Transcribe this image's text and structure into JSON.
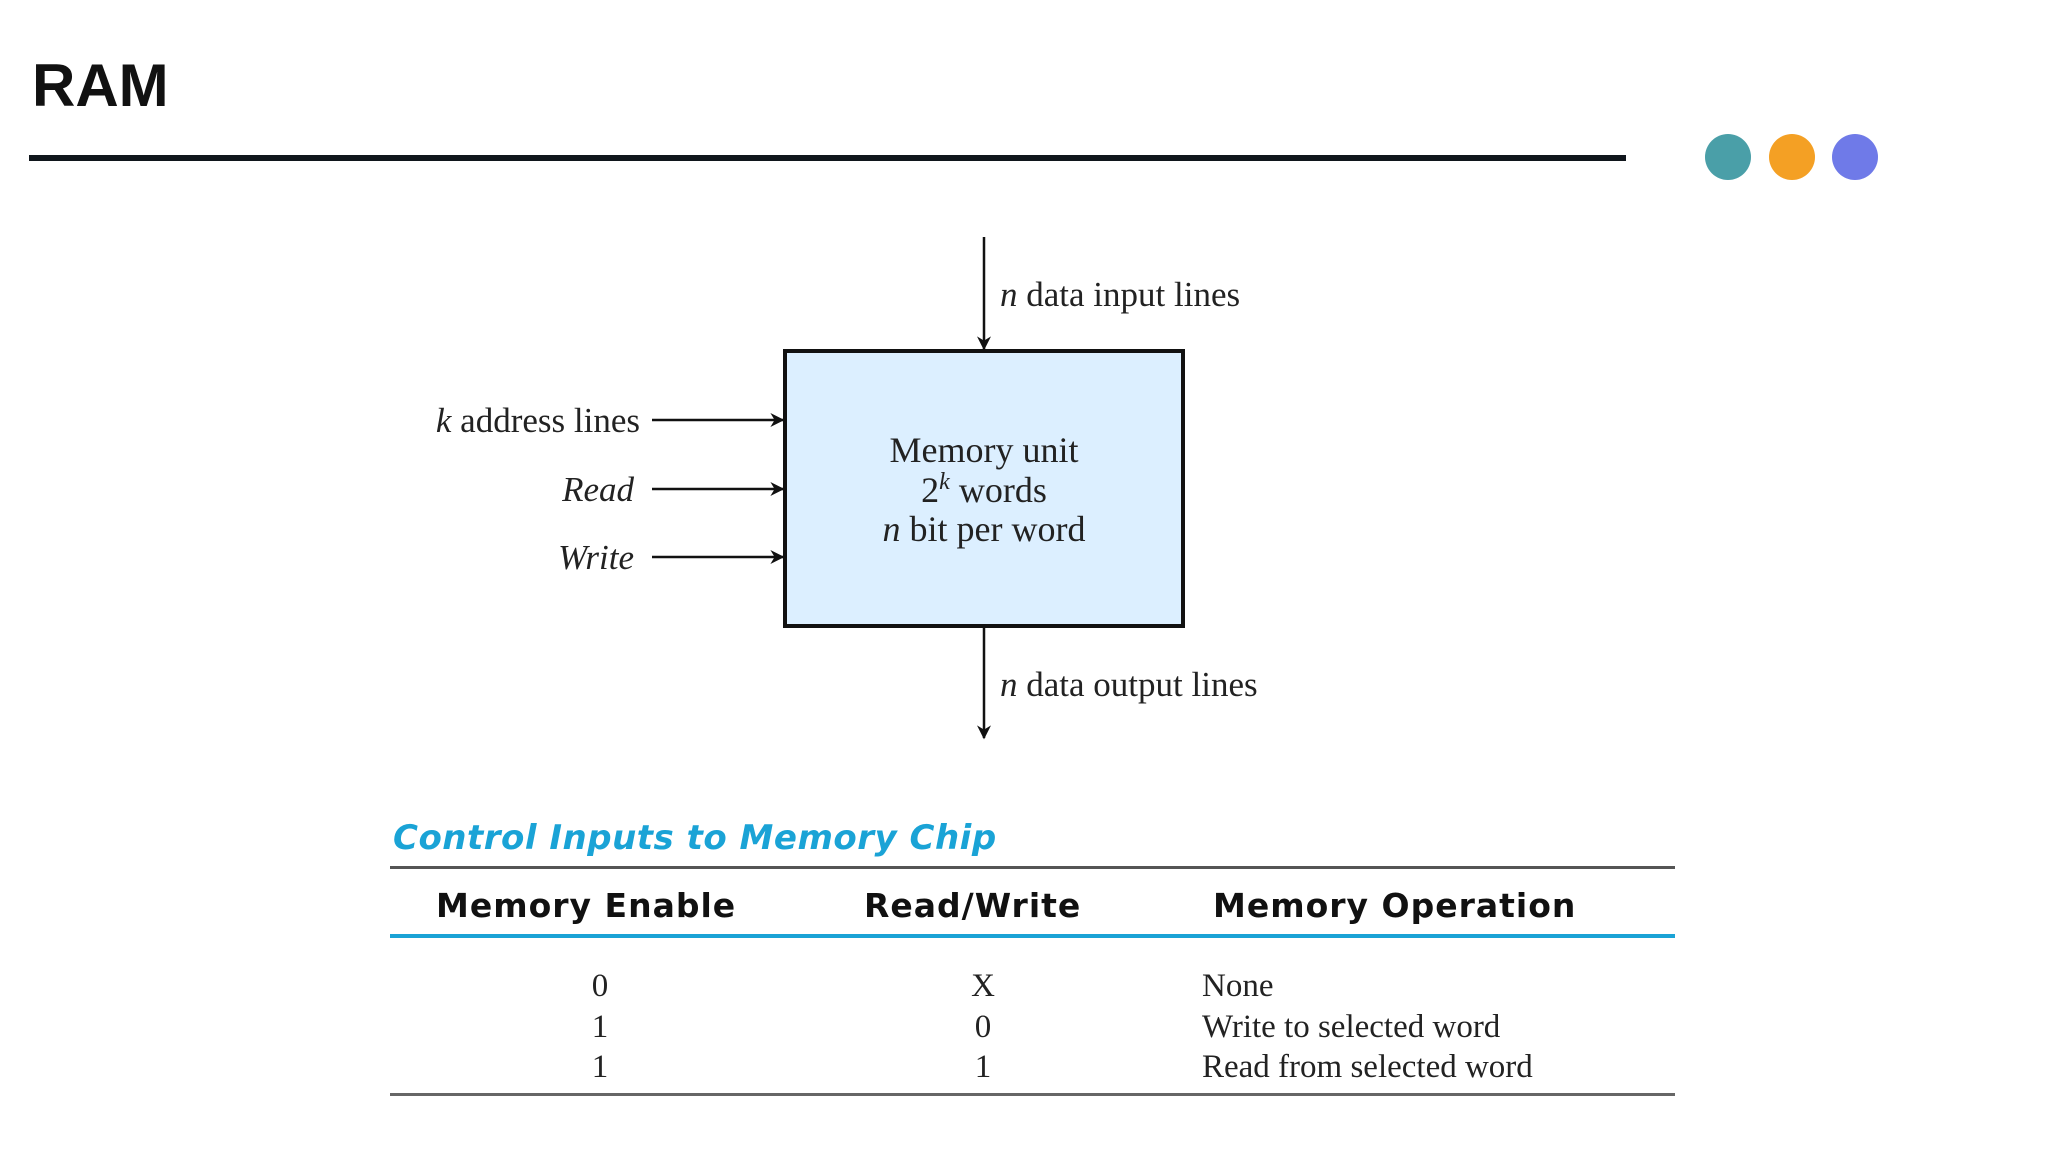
{
  "slide": {
    "title": "RAM",
    "dots": [
      {
        "name": "teal-dot",
        "color": "#4a9fa8"
      },
      {
        "name": "orange-dot",
        "color": "#f4a024"
      },
      {
        "name": "purple-dot",
        "color": "#6f7ae8"
      }
    ]
  },
  "diagram": {
    "box_fill": "#dcefff",
    "box_lines": {
      "line1": "Memory unit",
      "line2_base": "2",
      "line2_sup": "k",
      "line2_rest": " words",
      "line3_var": "n",
      "line3_rest": " bit per word"
    },
    "top_label": {
      "var": "n",
      "text": " data input lines"
    },
    "bottom_label": {
      "var": "n",
      "text": " data output lines"
    },
    "left_inputs": {
      "address": {
        "var": "k",
        "text": " address lines"
      },
      "read": "Read",
      "write": "Write"
    }
  },
  "table": {
    "title": "Control Inputs to Memory Chip",
    "accent_color": "#1aa3d6",
    "headers": [
      "Memory Enable",
      "Read/Write",
      "Memory Operation"
    ],
    "rows": [
      [
        "0",
        "X",
        "None"
      ],
      [
        "1",
        "0",
        "Write to selected word"
      ],
      [
        "1",
        "1",
        "Read from selected word"
      ]
    ]
  }
}
